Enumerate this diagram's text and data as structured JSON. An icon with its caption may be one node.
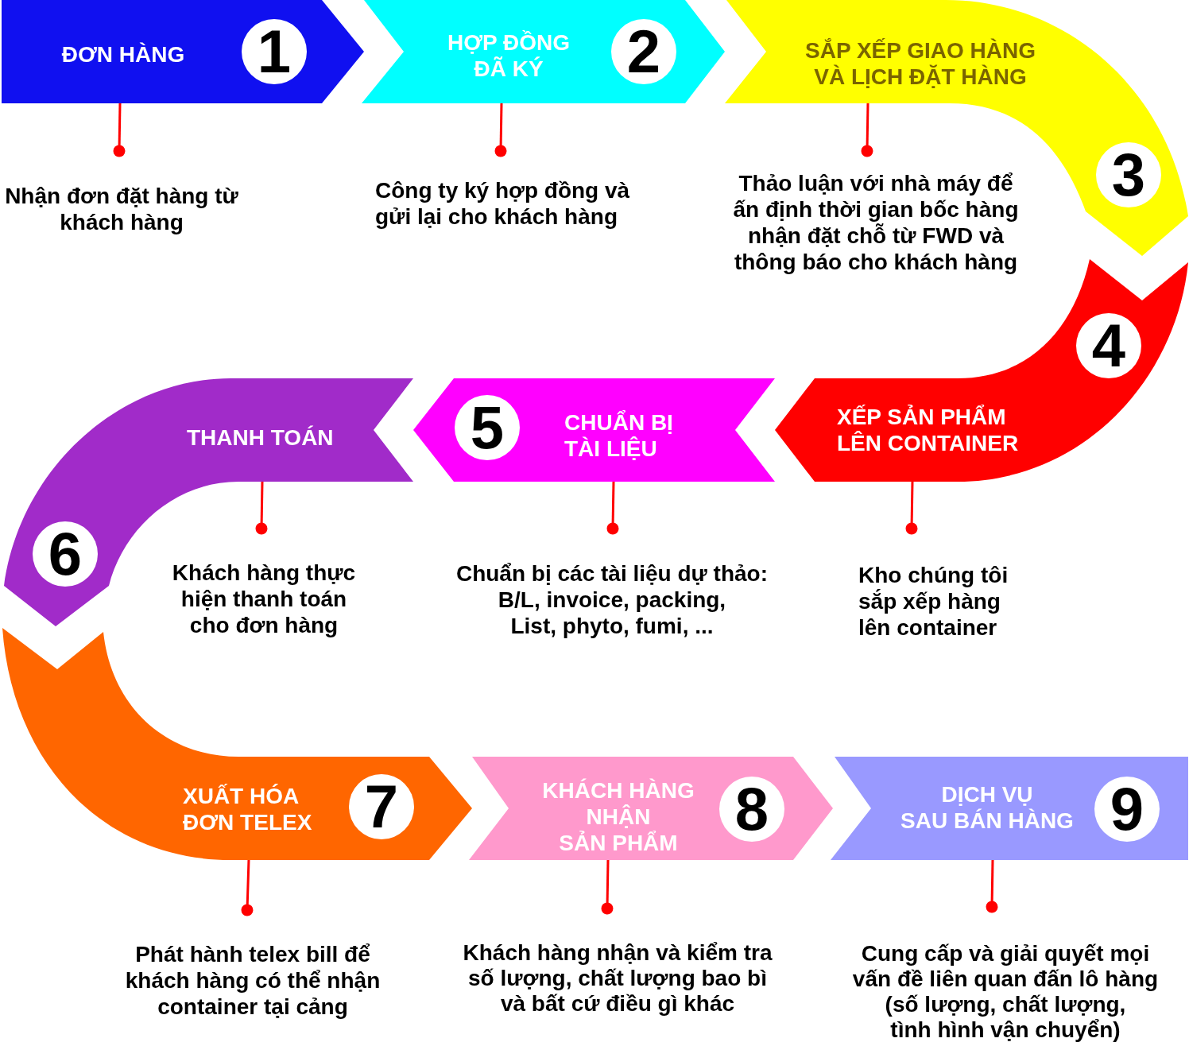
{
  "diagram": {
    "nodes": [
      {
        "text": [
          "ĐƠN HÀNG",
          "1"
        ]
      },
      {
        "text": [
          "Nhận đơn đặt hàng từ khách hàng"
        ]
      },
      {
        "text": [
          "HỢP ĐỒNG ĐÃ KÝ",
          "2"
        ]
      },
      {
        "text": [
          "Công ty ký hợp đồng và gửi lại cho khách hàng"
        ]
      },
      {
        "text": [
          "SẮP XẾP GIAO HÀNG VÀ LỊCH ĐẶT HÀNG",
          "3"
        ]
      },
      {
        "text": [
          "Thảo luận với nhà máy để ấn định thời gian bốc hàng nhận đặt chỗ từ FWD và thông báo cho khách hàng"
        ]
      },
      {
        "text": [
          "4",
          "XẾP SẢN PHẨM LÊN CONTAINER"
        ]
      },
      {
        "text": [
          "Kho chúng tôi sắp xếp hàng lên container"
        ]
      },
      {
        "text": [
          "5",
          "CHUẨN BỊ TÀI LIỆU"
        ]
      },
      {
        "text": [
          "Chuẩn bị các tài liệu dự thảo: B/L, invoice, packing, List, phyto, fumi, ..."
        ]
      },
      {
        "text": [
          "THANH TOÁN",
          "6"
        ]
      },
      {
        "text": [
          "Khách hàng thực hiện thanh toán cho đơn hàng"
        ]
      },
      {
        "text": [
          "XUẤT HÓA ĐƠN TELEX",
          "7"
        ]
      },
      {
        "text": [
          "Phát hành telex bill để khách hàng có thể nhận container tại cảng"
        ]
      },
      {
        "text": [
          "KHÁCH HÀNG NHẬN SẢN PHẨM",
          "8"
        ]
      },
      {
        "text": [
          "Khách hàng nhận và kiểm tra số lượng, chất lượng bao bì và bất cứ điều gì khác"
        ]
      },
      {
        "text": [
          "DỊCH VỤ SAU BÁN HÀNG",
          "9"
        ]
      },
      {
        "text": [
          "Cung cấp và giải quyết mọi vấn đề liên quan đấn lô hàng (số lượng, chất lượng, tình hình vận chuyển)"
        ]
      }
    ],
    "edges": [
      {
        "from": 0,
        "to": 1,
        "arrow": "other"
      },
      {
        "from": 2,
        "to": 3,
        "arrow": "other"
      },
      {
        "from": 4,
        "to": 5,
        "arrow": "other"
      },
      {
        "from": 6,
        "to": 7,
        "arrow": "other"
      },
      {
        "from": 8,
        "to": 9,
        "arrow": "other"
      },
      {
        "from": 10,
        "to": 11,
        "arrow": "other"
      },
      {
        "from": 12,
        "to": 13,
        "arrow": "other"
      },
      {
        "from": 14,
        "to": 15,
        "arrow": "other"
      },
      {
        "from": 16,
        "to": 17,
        "arrow": "other"
      }
    ]
  }
}
